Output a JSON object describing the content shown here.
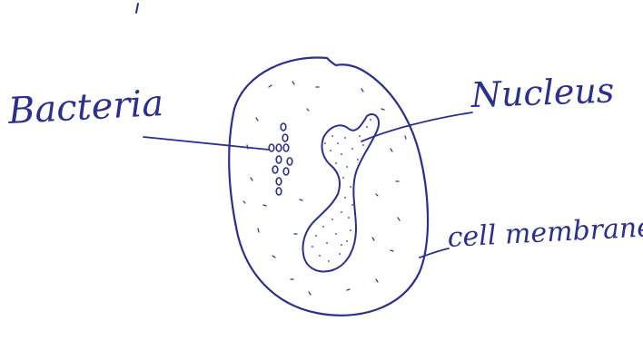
{
  "diagram": {
    "labels": {
      "bacteria": "Bacteria",
      "nucleus": "Nucleus",
      "cell_membrane": "cell membrane"
    },
    "ink_color": "#2b2f8f",
    "background_color": "#ffffff"
  }
}
